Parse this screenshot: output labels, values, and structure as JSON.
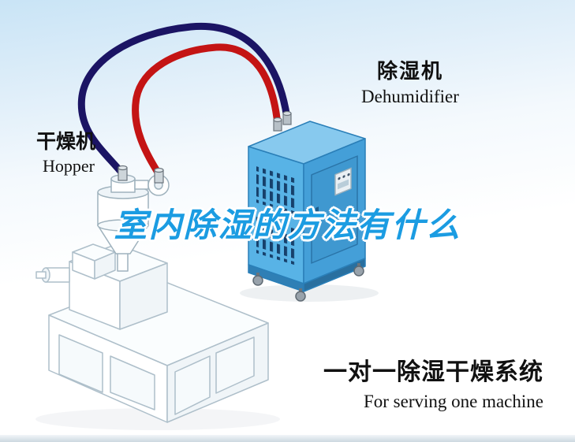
{
  "title": {
    "text": "室内除湿的方法有什么",
    "color": "#1b9ce2"
  },
  "labels": {
    "dryer": {
      "cn": "干燥机",
      "en": "Hopper"
    },
    "dehumidifier": {
      "cn": "除湿机",
      "en": "Dehumidifier"
    },
    "system": {
      "cn": "一对一除湿干燥系统",
      "en": "For serving one machine"
    }
  },
  "colors": {
    "pipe_red": "#c41414",
    "pipe_navy": "#1b1464",
    "unit_top": "#87c9ee",
    "unit_left": "#58b3e6",
    "unit_right": "#449fd8",
    "title_blue": "#1b9ce2",
    "background_top": "#c9e4f6"
  }
}
